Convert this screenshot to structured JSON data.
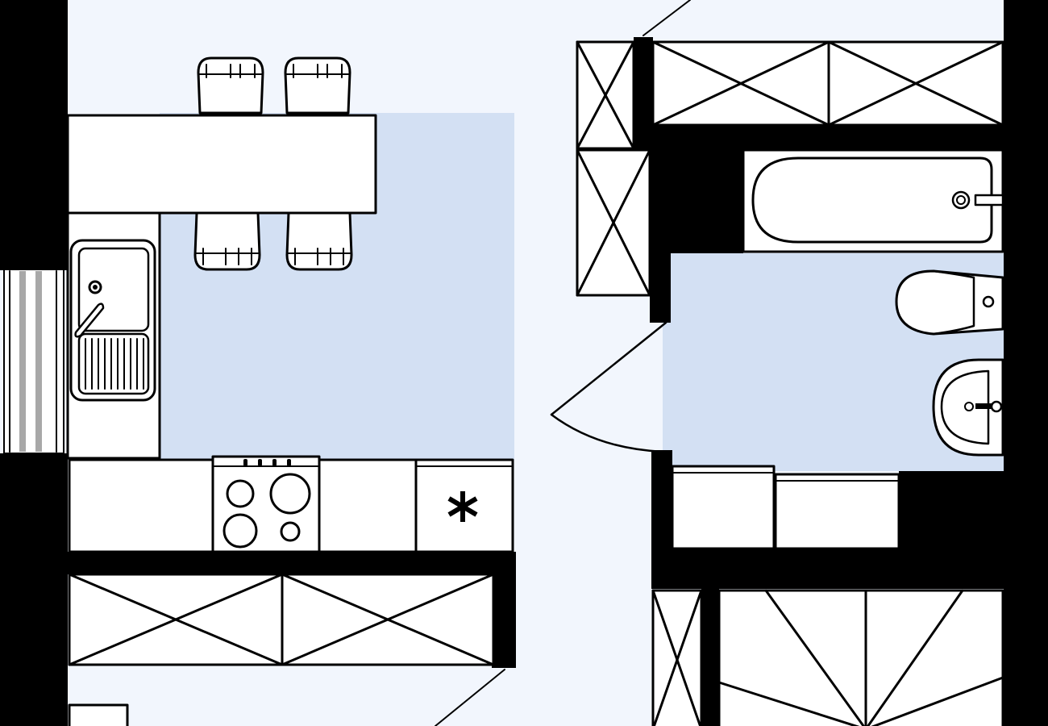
{
  "plan": {
    "palette": {
      "wall": "#000000",
      "floor_light": "#f2f6fd",
      "floor_accent": "#d3e0f3",
      "fixture": "#ffffff",
      "window_stripe": "#a8a8a8"
    },
    "rooms": [
      {
        "id": "kitchen-dining",
        "floor": "floor_accent"
      },
      {
        "id": "bathroom",
        "floor": "floor_accent"
      },
      {
        "id": "corridor",
        "floor": "floor_light"
      }
    ],
    "fixtures": [
      {
        "id": "dining-counter",
        "icon": "counter-icon"
      },
      {
        "id": "chair",
        "icon": "chair-icon",
        "count": 4
      },
      {
        "id": "kitchen-sink",
        "icon": "sink-icon"
      },
      {
        "id": "cooktop",
        "icon": "cooktop-icon",
        "burners": 4
      },
      {
        "id": "freezer",
        "icon": "snowflake-icon"
      },
      {
        "id": "bathtub",
        "icon": "bathtub-icon"
      },
      {
        "id": "toilet",
        "icon": "toilet-icon"
      },
      {
        "id": "washbasin",
        "icon": "washbasin-icon"
      },
      {
        "id": "washing-machine",
        "icon": "washer-icon"
      },
      {
        "id": "closet",
        "icon": "wardrobe-icon"
      },
      {
        "id": "door",
        "icon": "door-swing-icon"
      },
      {
        "id": "window",
        "icon": "window-icon"
      }
    ]
  }
}
